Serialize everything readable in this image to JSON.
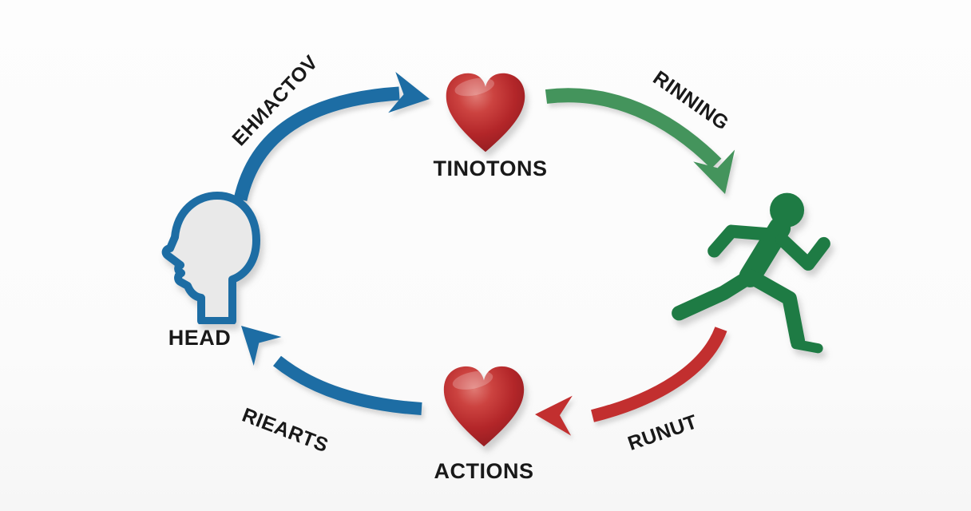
{
  "diagram": {
    "type": "cycle-diagram",
    "background": "#fbfbfb",
    "colors": {
      "blue_arrow": "#1d6da4",
      "green_arrow": "#44945c",
      "red_arrow": "#c22f2f",
      "runner_green": "#1e7b44",
      "heart_red": "#b8292d",
      "head_fill": "#e9e9e9",
      "text": "#191919"
    },
    "nodes": {
      "head": {
        "label": "HEAD",
        "icon": "head-profile-icon"
      },
      "emotions_top": {
        "label": "TINOTONS",
        "icon": "heart-icon"
      },
      "runner": {
        "label": "",
        "icon": "running-person-icon"
      },
      "actions": {
        "label": "ACTIONS",
        "icon": "heart-icon"
      }
    },
    "edges": {
      "head_to_emotions": {
        "label": "EHИACTOV",
        "color": "#1d6da4"
      },
      "emotions_to_runner": {
        "label": "RINNING",
        "color": "#44945c"
      },
      "runner_to_actions": {
        "label": "RUNUT",
        "color": "#c22f2f"
      },
      "actions_to_head": {
        "label": "RIEARTS",
        "color": "#1d6da4"
      }
    }
  }
}
